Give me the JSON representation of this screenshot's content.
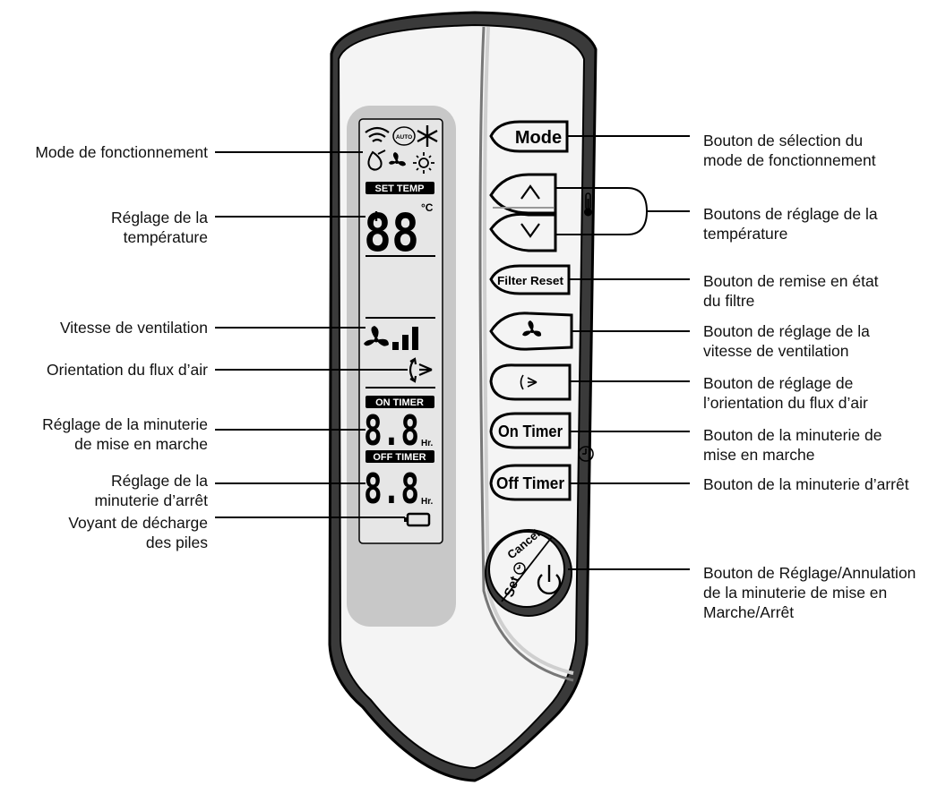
{
  "left_labels": [
    {
      "id": "mode",
      "lines": [
        "Mode de fonctionnement"
      ]
    },
    {
      "id": "temp",
      "lines": [
        "Réglage de la",
        "température"
      ]
    },
    {
      "id": "fan",
      "lines": [
        "Vitesse de ventilation"
      ]
    },
    {
      "id": "airflow",
      "lines": [
        "Orientation du flux d’air"
      ]
    },
    {
      "id": "on_timer",
      "lines": [
        "Réglage de la minuterie",
        "de mise en marche"
      ]
    },
    {
      "id": "off_timer",
      "lines": [
        "Réglage de la",
        "minuterie d’arrêt"
      ]
    },
    {
      "id": "battery",
      "lines": [
        "Voyant de décharge",
        "des piles"
      ]
    }
  ],
  "right_labels": [
    {
      "id": "mode_btn",
      "lines": [
        "Bouton de sélection du",
        "mode de fonctionnement"
      ]
    },
    {
      "id": "temp_btns",
      "lines": [
        "Boutons de réglage de la",
        "température"
      ]
    },
    {
      "id": "filter_btn",
      "lines": [
        "Bouton de remise en état",
        "du filtre"
      ]
    },
    {
      "id": "fan_btn",
      "lines": [
        "Bouton de réglage de la",
        "vitesse de ventilation"
      ]
    },
    {
      "id": "swing_btn",
      "lines": [
        "Bouton de réglage de",
        "l’orientation du flux d’air"
      ]
    },
    {
      "id": "on_timer_btn",
      "lines": [
        "Bouton de la minuterie de",
        "mise en marche"
      ]
    },
    {
      "id": "off_timer_btn",
      "lines": [
        "Bouton de la minuterie d’arrêt"
      ]
    },
    {
      "id": "set_cancel_btn",
      "lines": [
        "Bouton de Réglage/Annulation",
        "de la minuterie de mise en",
        "Marche/Arrêt"
      ]
    }
  ],
  "buttons": {
    "mode": "Mode",
    "filter_reset": "Filter Reset",
    "on_timer": "On Timer",
    "off_timer": "Off Timer",
    "set": "Set",
    "cancel": "Cancel"
  },
  "display": {
    "set_temp": "SET TEMP",
    "temp_digits": "88",
    "temp_unit": "°C",
    "on_timer_tag": "ON TIMER",
    "off_timer_tag": "OFF TIMER",
    "timer_digits": "8.8",
    "hr": "Hr.",
    "auto": "AUTO"
  },
  "icons": {
    "mode_icons": [
      "wifi-icon",
      "auto-icon",
      "snowflake-icon",
      "dry-icon",
      "fan-icon",
      "sun-icon"
    ],
    "fan_speed": "fan-speed-icon",
    "airflow": "swing-icon",
    "battery": "battery-icon",
    "thermometer": "thermometer-icon",
    "clock": "clock-icon",
    "power": "power-icon"
  },
  "colors": {
    "body": "#f4f4f4",
    "panel": "#c8c8c8",
    "lcd": "#e6e6e6",
    "outline": "#000000"
  }
}
